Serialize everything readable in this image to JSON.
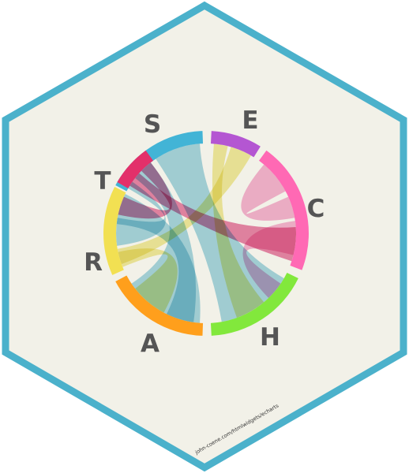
{
  "logo": {
    "hex_border_color": "#4BB1CB",
    "hex_fill_color": "#F2F1E8",
    "url_text": "john-coene.com/htmlwidgets/echarts"
  },
  "segments": [
    {
      "label": "S",
      "color": "#42B4D6"
    },
    {
      "label": "E",
      "color": "#B456D2"
    },
    {
      "label": "C",
      "color": "#FF69B4"
    },
    {
      "label": "H",
      "color": "#82E83C"
    },
    {
      "label": "A",
      "color": "#FF9F1C"
    },
    {
      "label": "R",
      "color": "#F2E052"
    },
    {
      "label": "T",
      "color": "#E3306A"
    }
  ],
  "ribbon_colors": {
    "S": "#96D0E0",
    "E": "#F0E88E",
    "C": "#F5A6CE",
    "H": "#B8EC8C",
    "A": "#96D0E0",
    "R": "#F0E88E",
    "T": "#E56E9C"
  }
}
